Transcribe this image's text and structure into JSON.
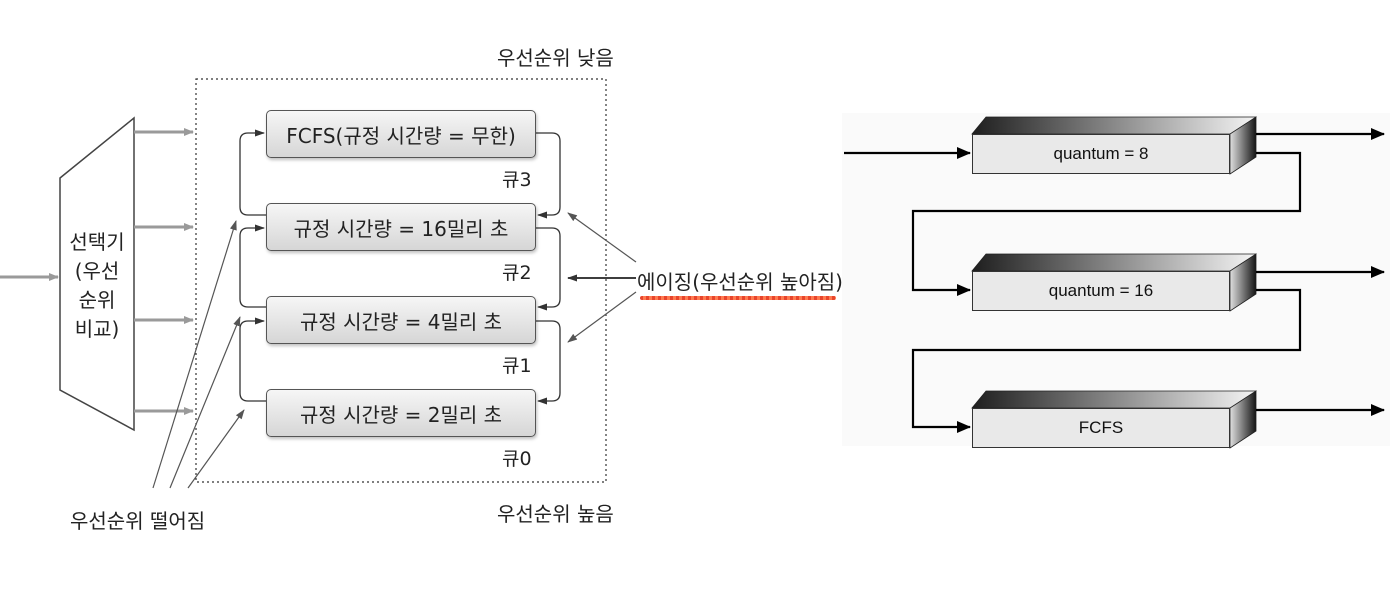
{
  "left_diagram": {
    "selector_label_lines": [
      "선택기",
      "(우선",
      "순위",
      "비교)"
    ],
    "top_priority_label": "우선순위 낮음",
    "bottom_priority_label": "우선순위 높음",
    "queues": [
      {
        "text": "FCFS(규정 시간량 = 무한)",
        "label": "큐3"
      },
      {
        "text": "규정 시간량 = 16밀리 초",
        "label": "큐2"
      },
      {
        "text": "규정 시간량 = 4밀리 초",
        "label": "큐1"
      },
      {
        "text": "규정 시간량 =  2밀리 초",
        "label": "큐0"
      }
    ],
    "aging_label": "에이징(우선순위 높아짐)",
    "demotion_label": "우선순위 떨어짐"
  },
  "right_diagram": {
    "queues": [
      {
        "text": "quantum = 8"
      },
      {
        "text": "quantum = 16"
      },
      {
        "text": "FCFS"
      }
    ]
  }
}
